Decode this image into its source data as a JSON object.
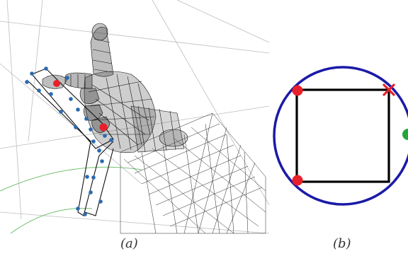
{
  "panels": {
    "a": {
      "label": "(a)"
    },
    "b": {
      "label": "(b)"
    }
  },
  "colors": {
    "circle": "#1a1aa8",
    "square": "#000000",
    "red_marker": "#e8202a",
    "green_marker": "#22a83a",
    "blue_marker": "#2a6ab0",
    "wireframe": "#111111",
    "grid": "#b8b8b8",
    "grid_green": "#6fbf6f"
  },
  "icons": {
    "hand": "robot-hand-wireframe",
    "cross": "x-mark-icon"
  }
}
